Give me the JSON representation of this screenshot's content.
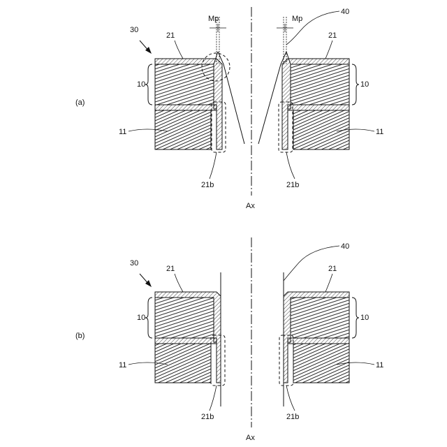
{
  "panels": [
    {
      "panel_label": "(a)",
      "assembly_label": "30",
      "cover_label_left": "21",
      "cover_label_right": "21",
      "upper_stack_label_left": "10",
      "upper_stack_label_right": "10",
      "lower_stack_label_left": "11",
      "lower_stack_label_right": "11",
      "region_label_left": "21b",
      "region_label_right": "21b",
      "axis_label": "Ax",
      "point_label_left": "Mp",
      "point_label_right": "Mp",
      "member_label": "40"
    },
    {
      "panel_label": "(b)",
      "assembly_label": "30",
      "cover_label_right": "21",
      "upper_stack_label_left": "10",
      "upper_stack_label_right": "10",
      "lower_stack_label_left": "11",
      "lower_stack_label_right": "11",
      "region_label_left": "21b",
      "region_label_right": "21b",
      "axis_label": "Ax",
      "member_label": "40",
      "cover_label_left": "21"
    }
  ]
}
